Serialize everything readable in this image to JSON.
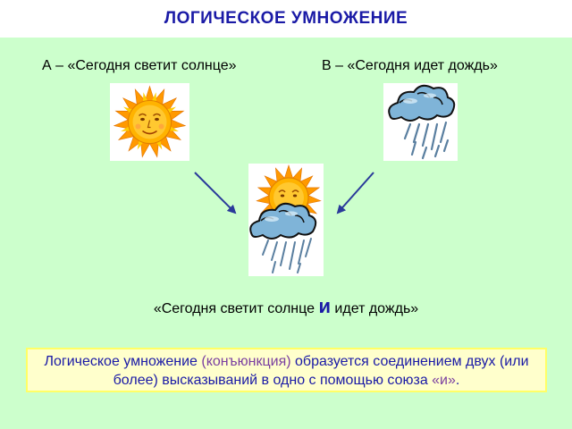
{
  "title": "ЛОГИЧЕСКОЕ УМНОЖЕНИЕ",
  "statement_a": "А – «Сегодня светит солнце»",
  "statement_b": "В – «Сегодня идет дождь»",
  "result": {
    "part1": "«Сегодня светит солнце ",
    "conj": "и",
    "part2": " идет дождь»"
  },
  "definition": {
    "part1": "Логическое умножение ",
    "term": "(конъюнкция)",
    "part2": " образуется соединением двух (или более) высказываний в одно с помощью союза ",
    "conj": "«и»",
    "part3": "."
  },
  "icons": {
    "sun": "sun-icon",
    "rain_cloud": "rain-cloud-icon",
    "arrow": "arrow-icon"
  },
  "colors": {
    "background": "#ccffcc",
    "title": "#1a1aa6",
    "definition_box": "#ffffcc",
    "definition_text": "#1a1aa6",
    "arrow": "#2a3a9a"
  }
}
